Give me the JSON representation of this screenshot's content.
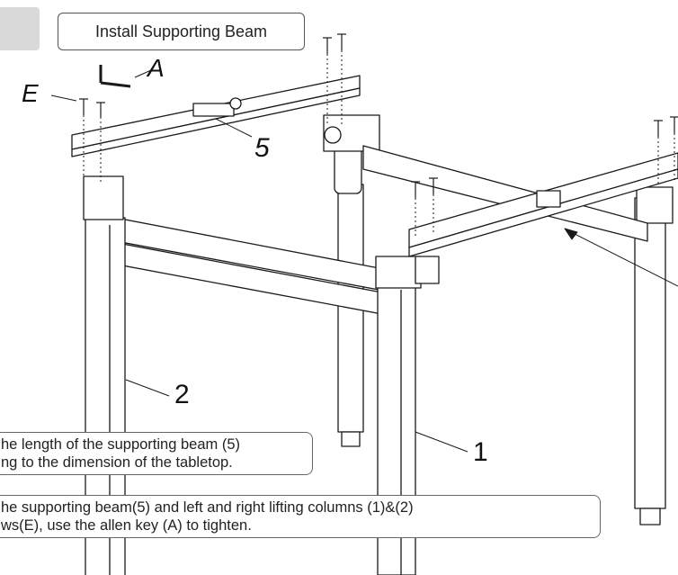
{
  "header": {
    "title": "Install Supporting Beam"
  },
  "labels": {
    "A": "A",
    "E": "E",
    "five": "5",
    "one": "1",
    "two": "2"
  },
  "notes": [
    {
      "line1": "he length of the supporting beam (5)",
      "line2": "ng to the dimension of the tabletop."
    },
    {
      "line1": "he supporting beam(5) and left and right lifting columns (1)&(2)",
      "line2": "ws(E), use the allen key (A) to tighten."
    }
  ],
  "colors": {
    "line": "#1a1a1a",
    "fill": "#ffffff",
    "tab": "#d9d9d9"
  }
}
